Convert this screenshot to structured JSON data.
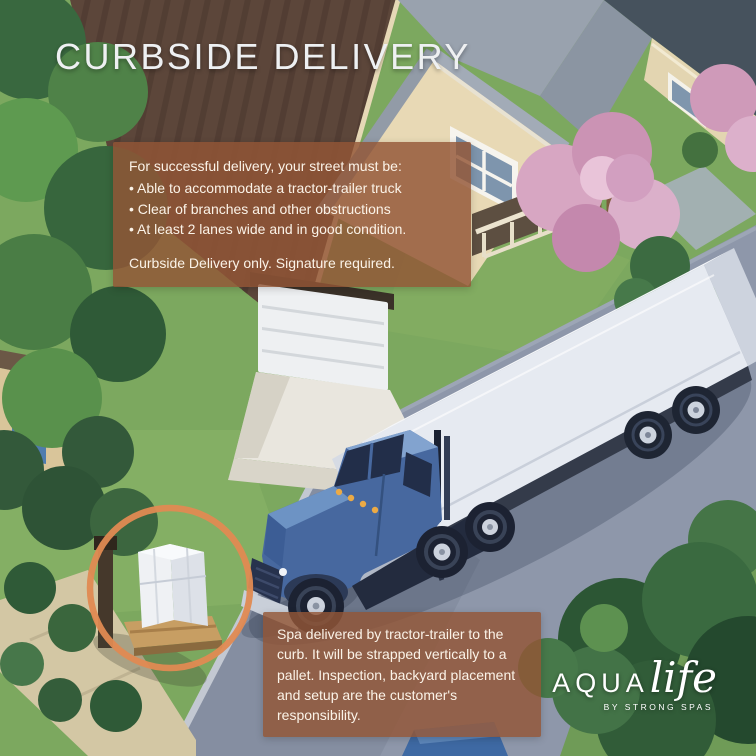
{
  "title": "CURBSIDE DELIVERY",
  "requirements": {
    "intro": "For successful delivery, your street must be:",
    "bullets": [
      "Able to accommodate a tractor-trailer truck",
      "Clear of branches and other obstructions",
      "At least 2 lanes wide and in good condition."
    ],
    "note": "Curbside Delivery only. Signature required."
  },
  "delivery_note": "Spa delivered by tractor-trailer to the curb. It will be strapped vertically to a pallet. Inspection, backyard placement and setup are the customer's responsibility.",
  "logo": {
    "aqua": "AQUA",
    "life": "life",
    "tagline": "BY STRONG SPAS"
  },
  "colors": {
    "overlay_box": "rgba(146,86,54,0.82)",
    "highlight_circle": "#e08a52",
    "title_text": "#eef0f2",
    "truck_cab": "#47689f",
    "trailer": "#e6eaf1",
    "road": "#8e97aa",
    "grass": "#7ca85f"
  }
}
